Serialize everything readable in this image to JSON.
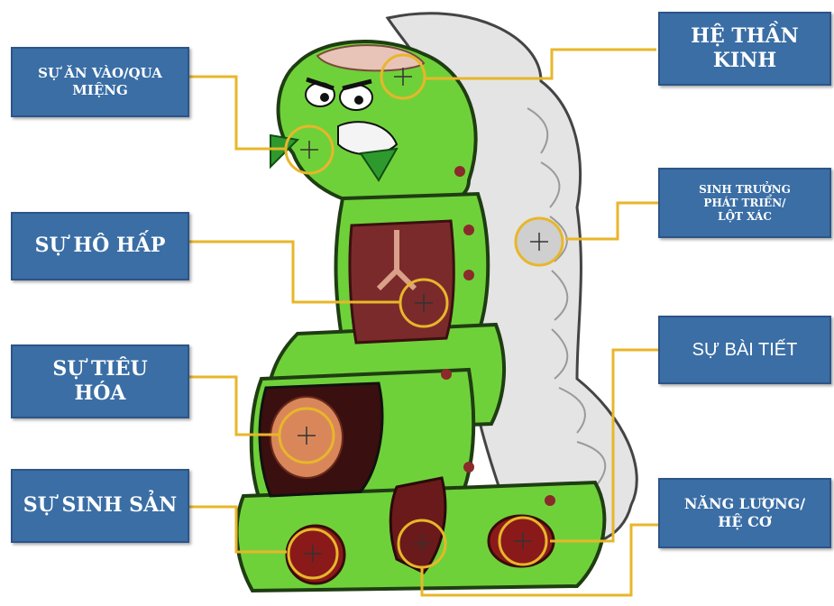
{
  "colors": {
    "label_bg": "#3a6ea5",
    "connector": "#e8b62a",
    "body_green": "#6fd13a",
    "body_dark": "#2e7d1d",
    "shell_gray": "#d9d9d9"
  },
  "labels": {
    "ingestion": "SỰ ĂN VÀO/QUA\nMIỆNG",
    "nervous": "HỆ THẦN\nKINH",
    "respiration": "SỰ HÔ HẤP",
    "growth": "SINH TRƯỞNG\nPHÁT TRIỂN/\nLỘT XÁC",
    "digestion": "SỰ TIÊU\nHÓA",
    "excretion": "SỰ BÀI TIẾT",
    "reproduction": "SỰ SINH SẢN",
    "energy": "NĂNG LƯỢNG/\nHỆ CƠ"
  },
  "icons": {
    "target": "crosshair-circle-icon"
  }
}
